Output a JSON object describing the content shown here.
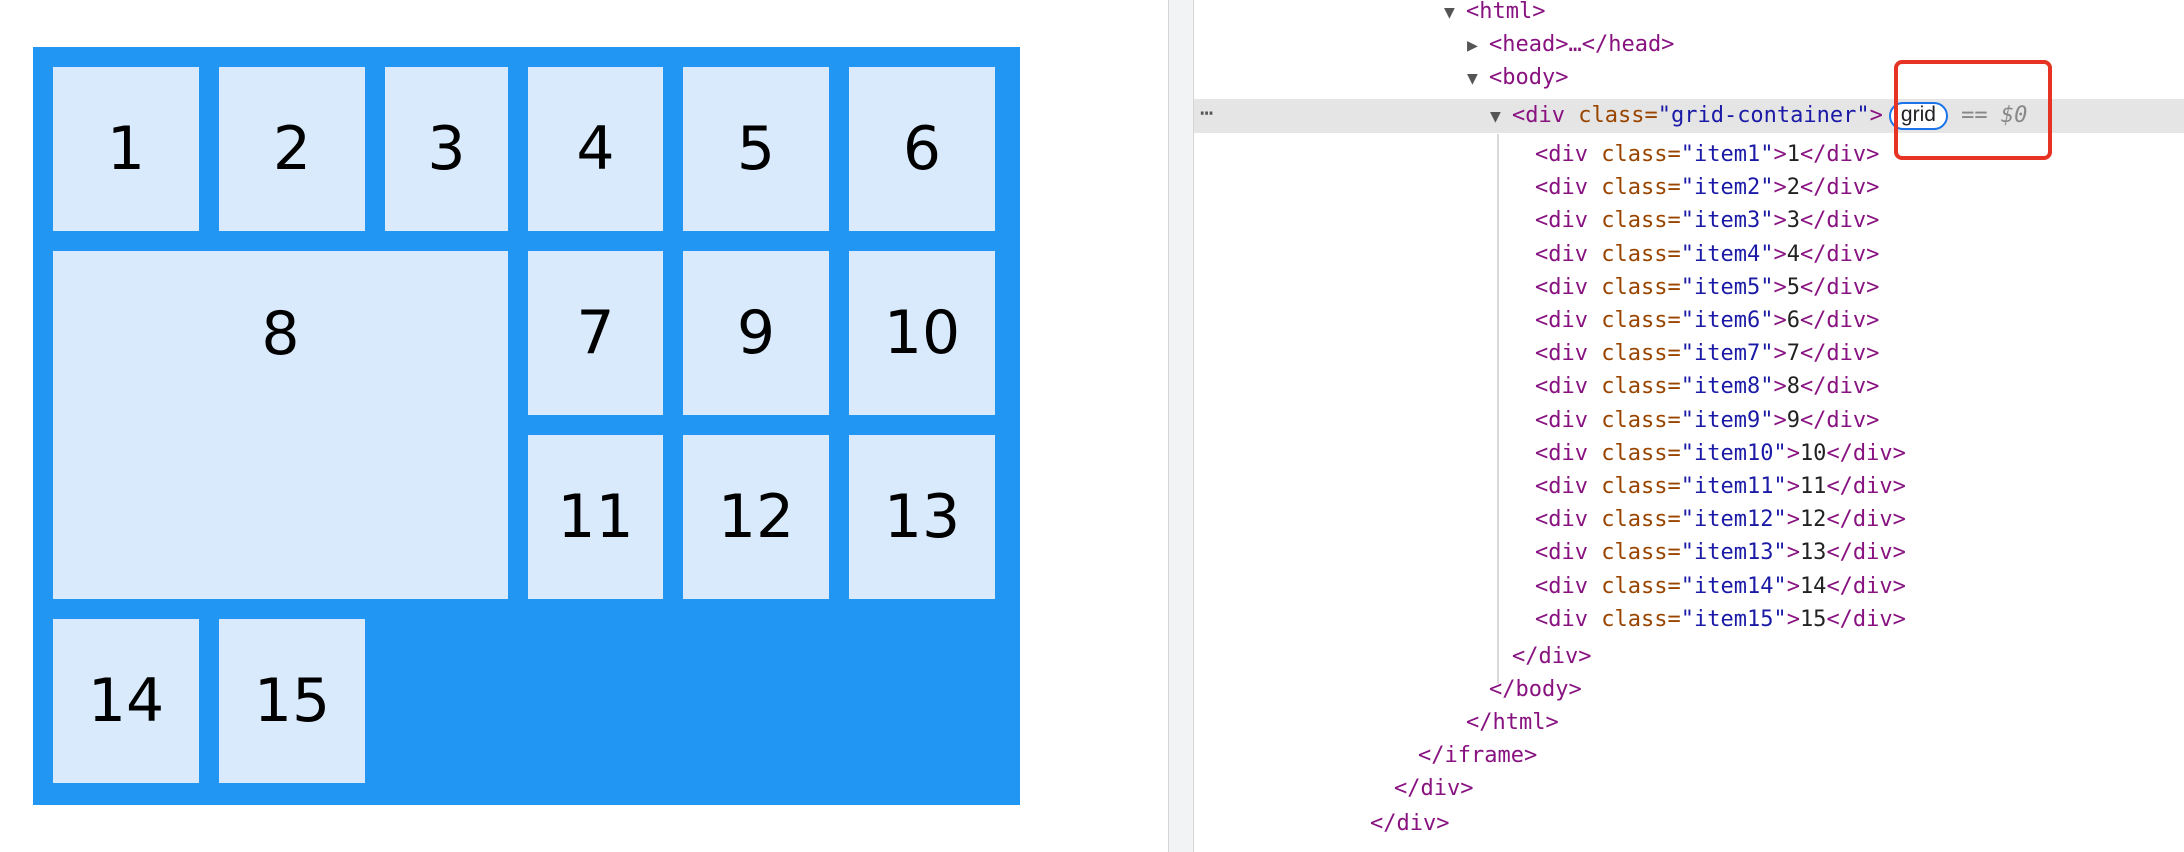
{
  "preview": {
    "items": [
      {
        "cls": "c1",
        "label": "1"
      },
      {
        "cls": "c2",
        "label": "2"
      },
      {
        "cls": "c3",
        "label": "3"
      },
      {
        "cls": "c4",
        "label": "4"
      },
      {
        "cls": "c5",
        "label": "5"
      },
      {
        "cls": "c6",
        "label": "6"
      },
      {
        "cls": "c8 tall",
        "label": "8"
      },
      {
        "cls": "c7",
        "label": "7"
      },
      {
        "cls": "c9",
        "label": "9"
      },
      {
        "cls": "c10",
        "label": "10"
      },
      {
        "cls": "c11",
        "label": "11"
      },
      {
        "cls": "c12",
        "label": "12"
      },
      {
        "cls": "c13",
        "label": "13"
      },
      {
        "cls": "c14",
        "label": "14"
      },
      {
        "cls": "c15",
        "label": "15"
      }
    ]
  },
  "devtools": {
    "html_open": "<html>",
    "head_collapsed": "<head>…</head>",
    "body_open": "<body>",
    "container_tag_open": "<div ",
    "container_attr": "class=",
    "container_val": "\"grid-container\"",
    "container_close": ">",
    "grid_badge": "grid",
    "eq_ref": "== $0",
    "children": [
      {
        "cls": "\"item1\"",
        "text": "1"
      },
      {
        "cls": "\"item2\"",
        "text": "2"
      },
      {
        "cls": "\"item3\"",
        "text": "3"
      },
      {
        "cls": "\"item4\"",
        "text": "4"
      },
      {
        "cls": "\"item5\"",
        "text": "5"
      },
      {
        "cls": "\"item6\"",
        "text": "6"
      },
      {
        "cls": "\"item7\"",
        "text": "7"
      },
      {
        "cls": "\"item8\"",
        "text": "8"
      },
      {
        "cls": "\"item9\"",
        "text": "9"
      },
      {
        "cls": "\"item10\"",
        "text": "10"
      },
      {
        "cls": "\"item11\"",
        "text": "11"
      },
      {
        "cls": "\"item12\"",
        "text": "12"
      },
      {
        "cls": "\"item13\"",
        "text": "13"
      },
      {
        "cls": "\"item14\"",
        "text": "14"
      },
      {
        "cls": "\"item15\"",
        "text": "15"
      }
    ],
    "close_div": "</div>",
    "close_body": "</body>",
    "close_html": "</html>",
    "close_iframe": "</iframe>",
    "close_div2": "</div>",
    "close_div3": "</div>",
    "ellipsis": "…"
  },
  "colors": {
    "grid_background": "#2196f3",
    "cell_background": "#d8eafb",
    "highlight_border": "#e63323",
    "badge_border": "#1a73e8"
  }
}
